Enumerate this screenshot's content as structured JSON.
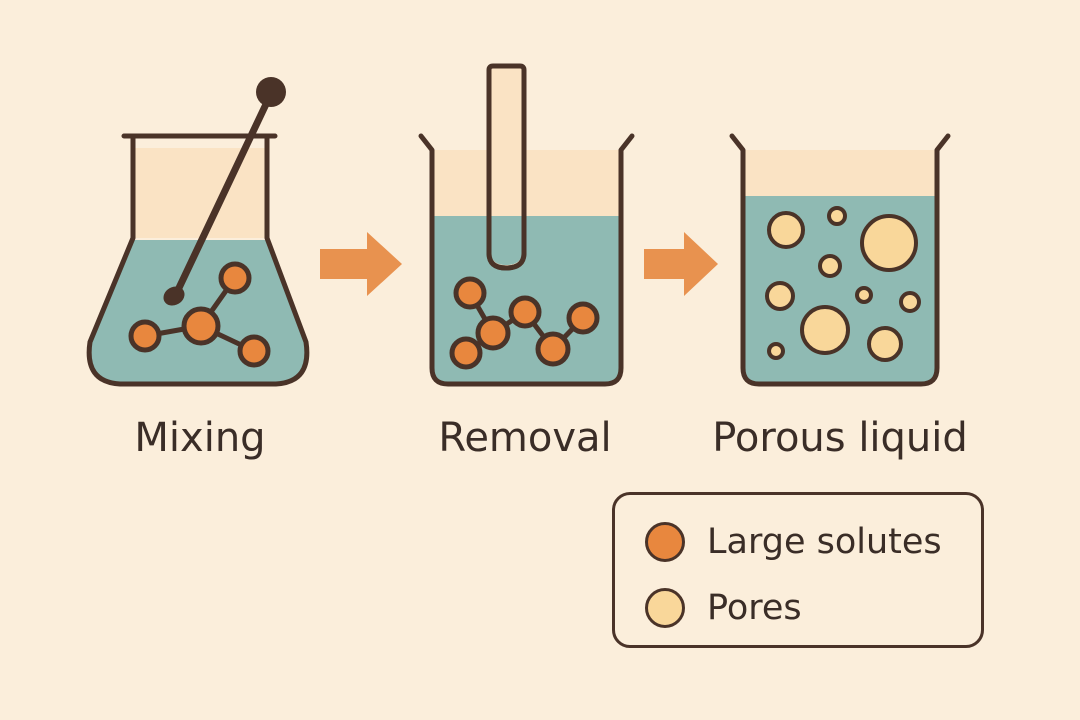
{
  "steps": [
    {
      "label": "Mixing"
    },
    {
      "label": "Removal"
    },
    {
      "label": "Porous liquid"
    }
  ],
  "legend": {
    "items": [
      {
        "label": "Large solutes",
        "color": "#e8873e"
      },
      {
        "label": "Pores",
        "color": "#f9d79a"
      }
    ]
  },
  "colors": {
    "background": "#fbeedb",
    "outline": "#4a3328",
    "liquid": "#8fbab3",
    "glass": "#fae3c4",
    "arrow": "#e8924f",
    "solute": "#e8873e",
    "pore": "#f9d79a"
  }
}
